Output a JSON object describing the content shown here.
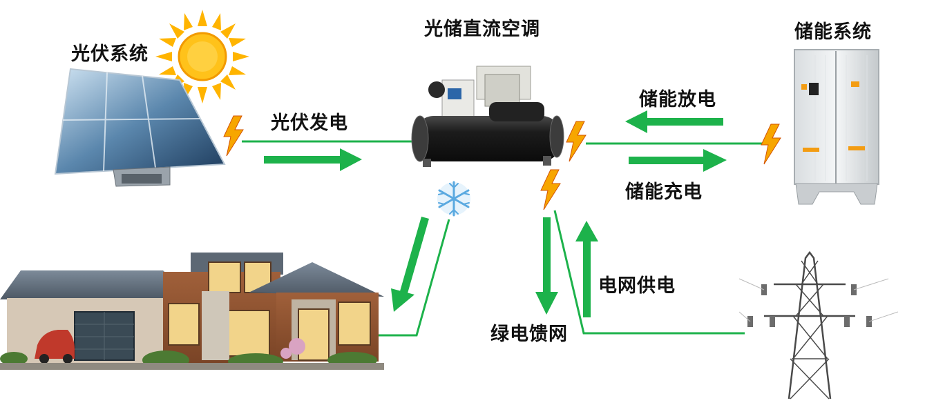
{
  "labels": {
    "pv_system": "光伏系统",
    "pv_ac": "光储直流空调",
    "storage_system": "储能系统",
    "pv_generation": "光伏发电",
    "storage_discharge": "储能放电",
    "storage_charge": "储能充电",
    "grid_supply": "电网供电",
    "green_feed": "绿电馈网"
  },
  "colors": {
    "flow_green": "#1db24b",
    "bolt_yellow": "#f7a600",
    "sun_yellow": "#ffc21a"
  },
  "icons": [
    "sun-icon",
    "solar-panel-icon",
    "lightning-icon",
    "snowflake-icon",
    "chiller-unit-icon",
    "storage-cabinet-icon",
    "house-icon",
    "pylon-icon"
  ]
}
